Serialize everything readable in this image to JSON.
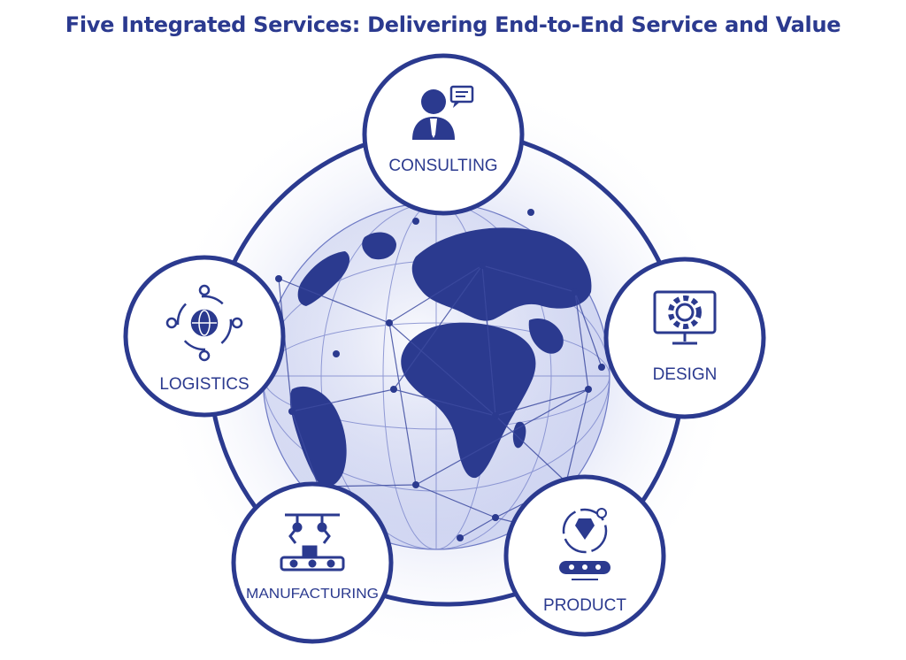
{
  "title": "Five Integrated Services: Delivering End-to-End Service and Value",
  "colors": {
    "primary": "#2b3a8f",
    "glow": "#c9cff0",
    "background": "#ffffff"
  },
  "services": [
    {
      "label": "CONSULTING",
      "icon": "consultant-icon"
    },
    {
      "label": "DESIGN",
      "icon": "gear-monitor-icon"
    },
    {
      "label": "PRODUCT",
      "icon": "diamond-conveyor-icon"
    },
    {
      "label": "MANUFACTURING",
      "icon": "robot-arm-icon"
    },
    {
      "label": "LOGISTICS",
      "icon": "globe-network-icon"
    }
  ]
}
